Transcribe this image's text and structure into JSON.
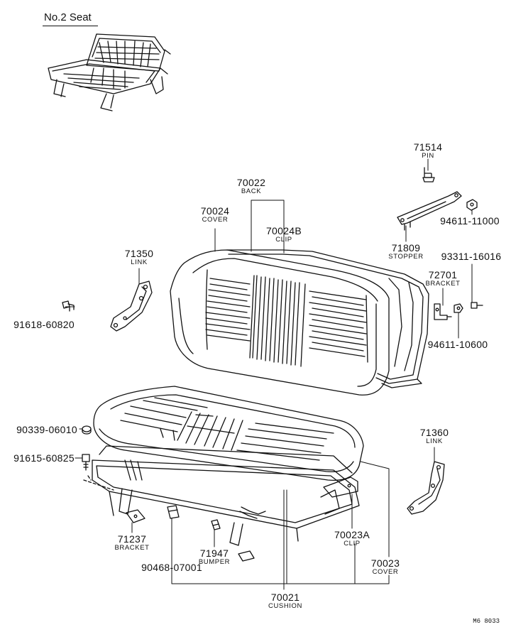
{
  "title": "No.2 Seat",
  "figure_code": "M6 8033",
  "parts": [
    {
      "id": "p71514",
      "number": "71514",
      "name": "PIN"
    },
    {
      "id": "p70022",
      "number": "70022",
      "name": "BACK"
    },
    {
      "id": "p70024",
      "number": "70024",
      "name": "COVER"
    },
    {
      "id": "p70024B",
      "number": "70024B",
      "name": "CLIP"
    },
    {
      "id": "p94611a",
      "number": "94611-11000",
      "name": ""
    },
    {
      "id": "p71809",
      "number": "71809",
      "name": "STOPPER"
    },
    {
      "id": "p93311",
      "number": "93311-16016",
      "name": ""
    },
    {
      "id": "p71350",
      "number": "71350",
      "name": "LINK"
    },
    {
      "id": "p72701",
      "number": "72701",
      "name": "BRACKET"
    },
    {
      "id": "p91618",
      "number": "91618-60820",
      "name": ""
    },
    {
      "id": "p94611b",
      "number": "94611-10600",
      "name": ""
    },
    {
      "id": "p90339",
      "number": "90339-06010",
      "name": ""
    },
    {
      "id": "p71360",
      "number": "71360",
      "name": "LINK"
    },
    {
      "id": "p91615",
      "number": "91615-60825",
      "name": ""
    },
    {
      "id": "p70023A",
      "number": "70023A",
      "name": "CLIP"
    },
    {
      "id": "p71237",
      "number": "71237",
      "name": "BRACKET"
    },
    {
      "id": "p71947",
      "number": "71947",
      "name": "BUMPER"
    },
    {
      "id": "p70023",
      "number": "70023",
      "name": "COVER"
    },
    {
      "id": "p90468",
      "number": "90468-07001",
      "name": ""
    },
    {
      "id": "p70021",
      "number": "70021",
      "name": "CUSHION"
    }
  ]
}
